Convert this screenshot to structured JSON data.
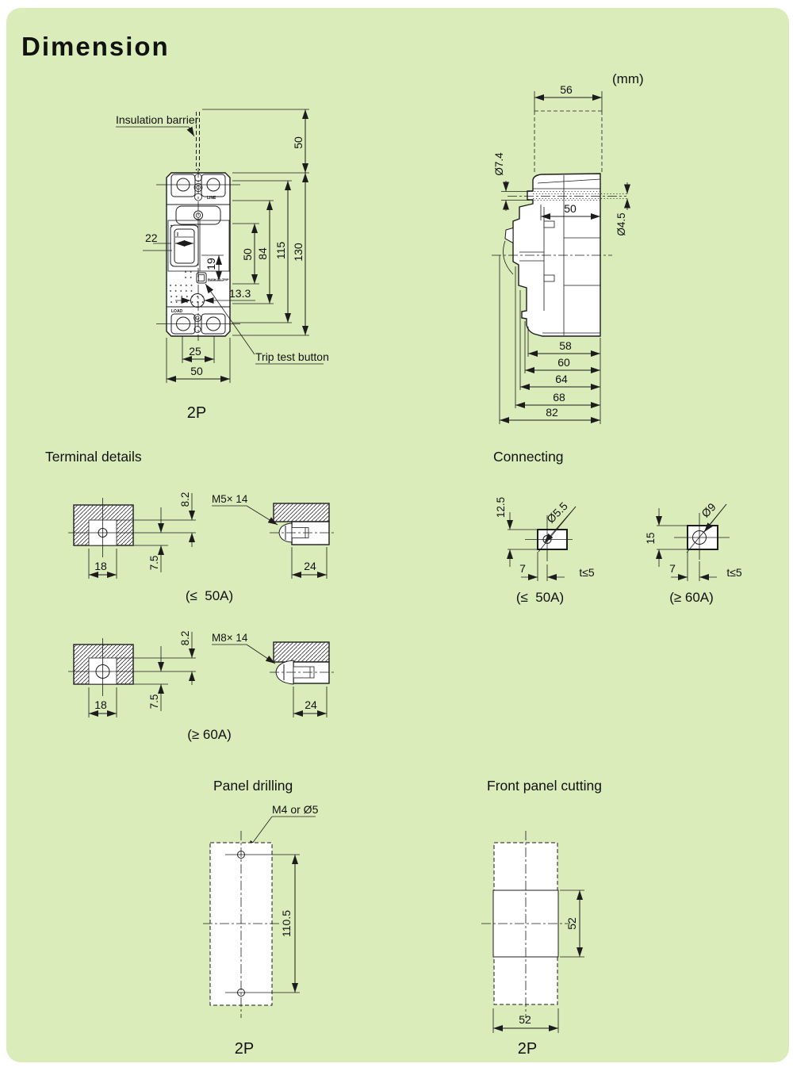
{
  "page": {
    "title": "Dimension",
    "units_label": "(mm)"
  },
  "colors": {
    "sheet": "#d9ecba",
    "ink": "#1c1c1c"
  },
  "front_view": {
    "pole_label": "2P",
    "labels": {
      "insulation_barrier": "Insulation barrier",
      "trip_test_button": "Trip test button",
      "line": "LINE",
      "load": "LOAD",
      "push_to_trip": "PUSH TO TRIP"
    },
    "dims": {
      "barrier_height": "50",
      "body_height": "130",
      "dim_115": "115",
      "dim_84": "84",
      "dim_50": "50",
      "handle_width": "22",
      "trip_offset_v": "19",
      "trip_offset_h": "13.3",
      "mount_pitch": "25",
      "body_width": "50"
    }
  },
  "side_view": {
    "dims": {
      "top_width": "56",
      "front_depth": "50",
      "counterbore": "Ø7.4",
      "mount_hole": "Ø4.5",
      "depth_58": "58",
      "depth_60": "60",
      "depth_64": "64",
      "depth_68": "68",
      "depth_82": "82"
    }
  },
  "terminal_details": {
    "heading": "Terminal details",
    "rows": [
      {
        "screw_label": "M5× 14",
        "width": "18",
        "upper": "8.2",
        "lower": "7.5",
        "depth": "24",
        "caption": "(≤  50A)"
      },
      {
        "screw_label": "M8× 14",
        "width": "18",
        "upper": "8.2",
        "lower": "7.5",
        "depth": "24",
        "caption": "(≥ 60A)"
      }
    ]
  },
  "connecting": {
    "heading": "Connecting",
    "items": [
      {
        "height": "12.5",
        "hole": "Ø5.5",
        "edge_distance": "7",
        "thickness": "t≤5",
        "caption": "(≤  50A)"
      },
      {
        "height": "15",
        "hole": "Ø9",
        "edge_distance": "7",
        "thickness": "t≤5",
        "caption": "(≥ 60A)"
      }
    ]
  },
  "panel_drilling": {
    "heading": "Panel drilling",
    "hole_label": "M4 or Ø5",
    "pitch": "110.5",
    "pole_label": "2P"
  },
  "front_panel_cutting": {
    "heading": "Front panel cutting",
    "cut_width": "52",
    "cut_height": "52",
    "pole_label": "2P"
  }
}
